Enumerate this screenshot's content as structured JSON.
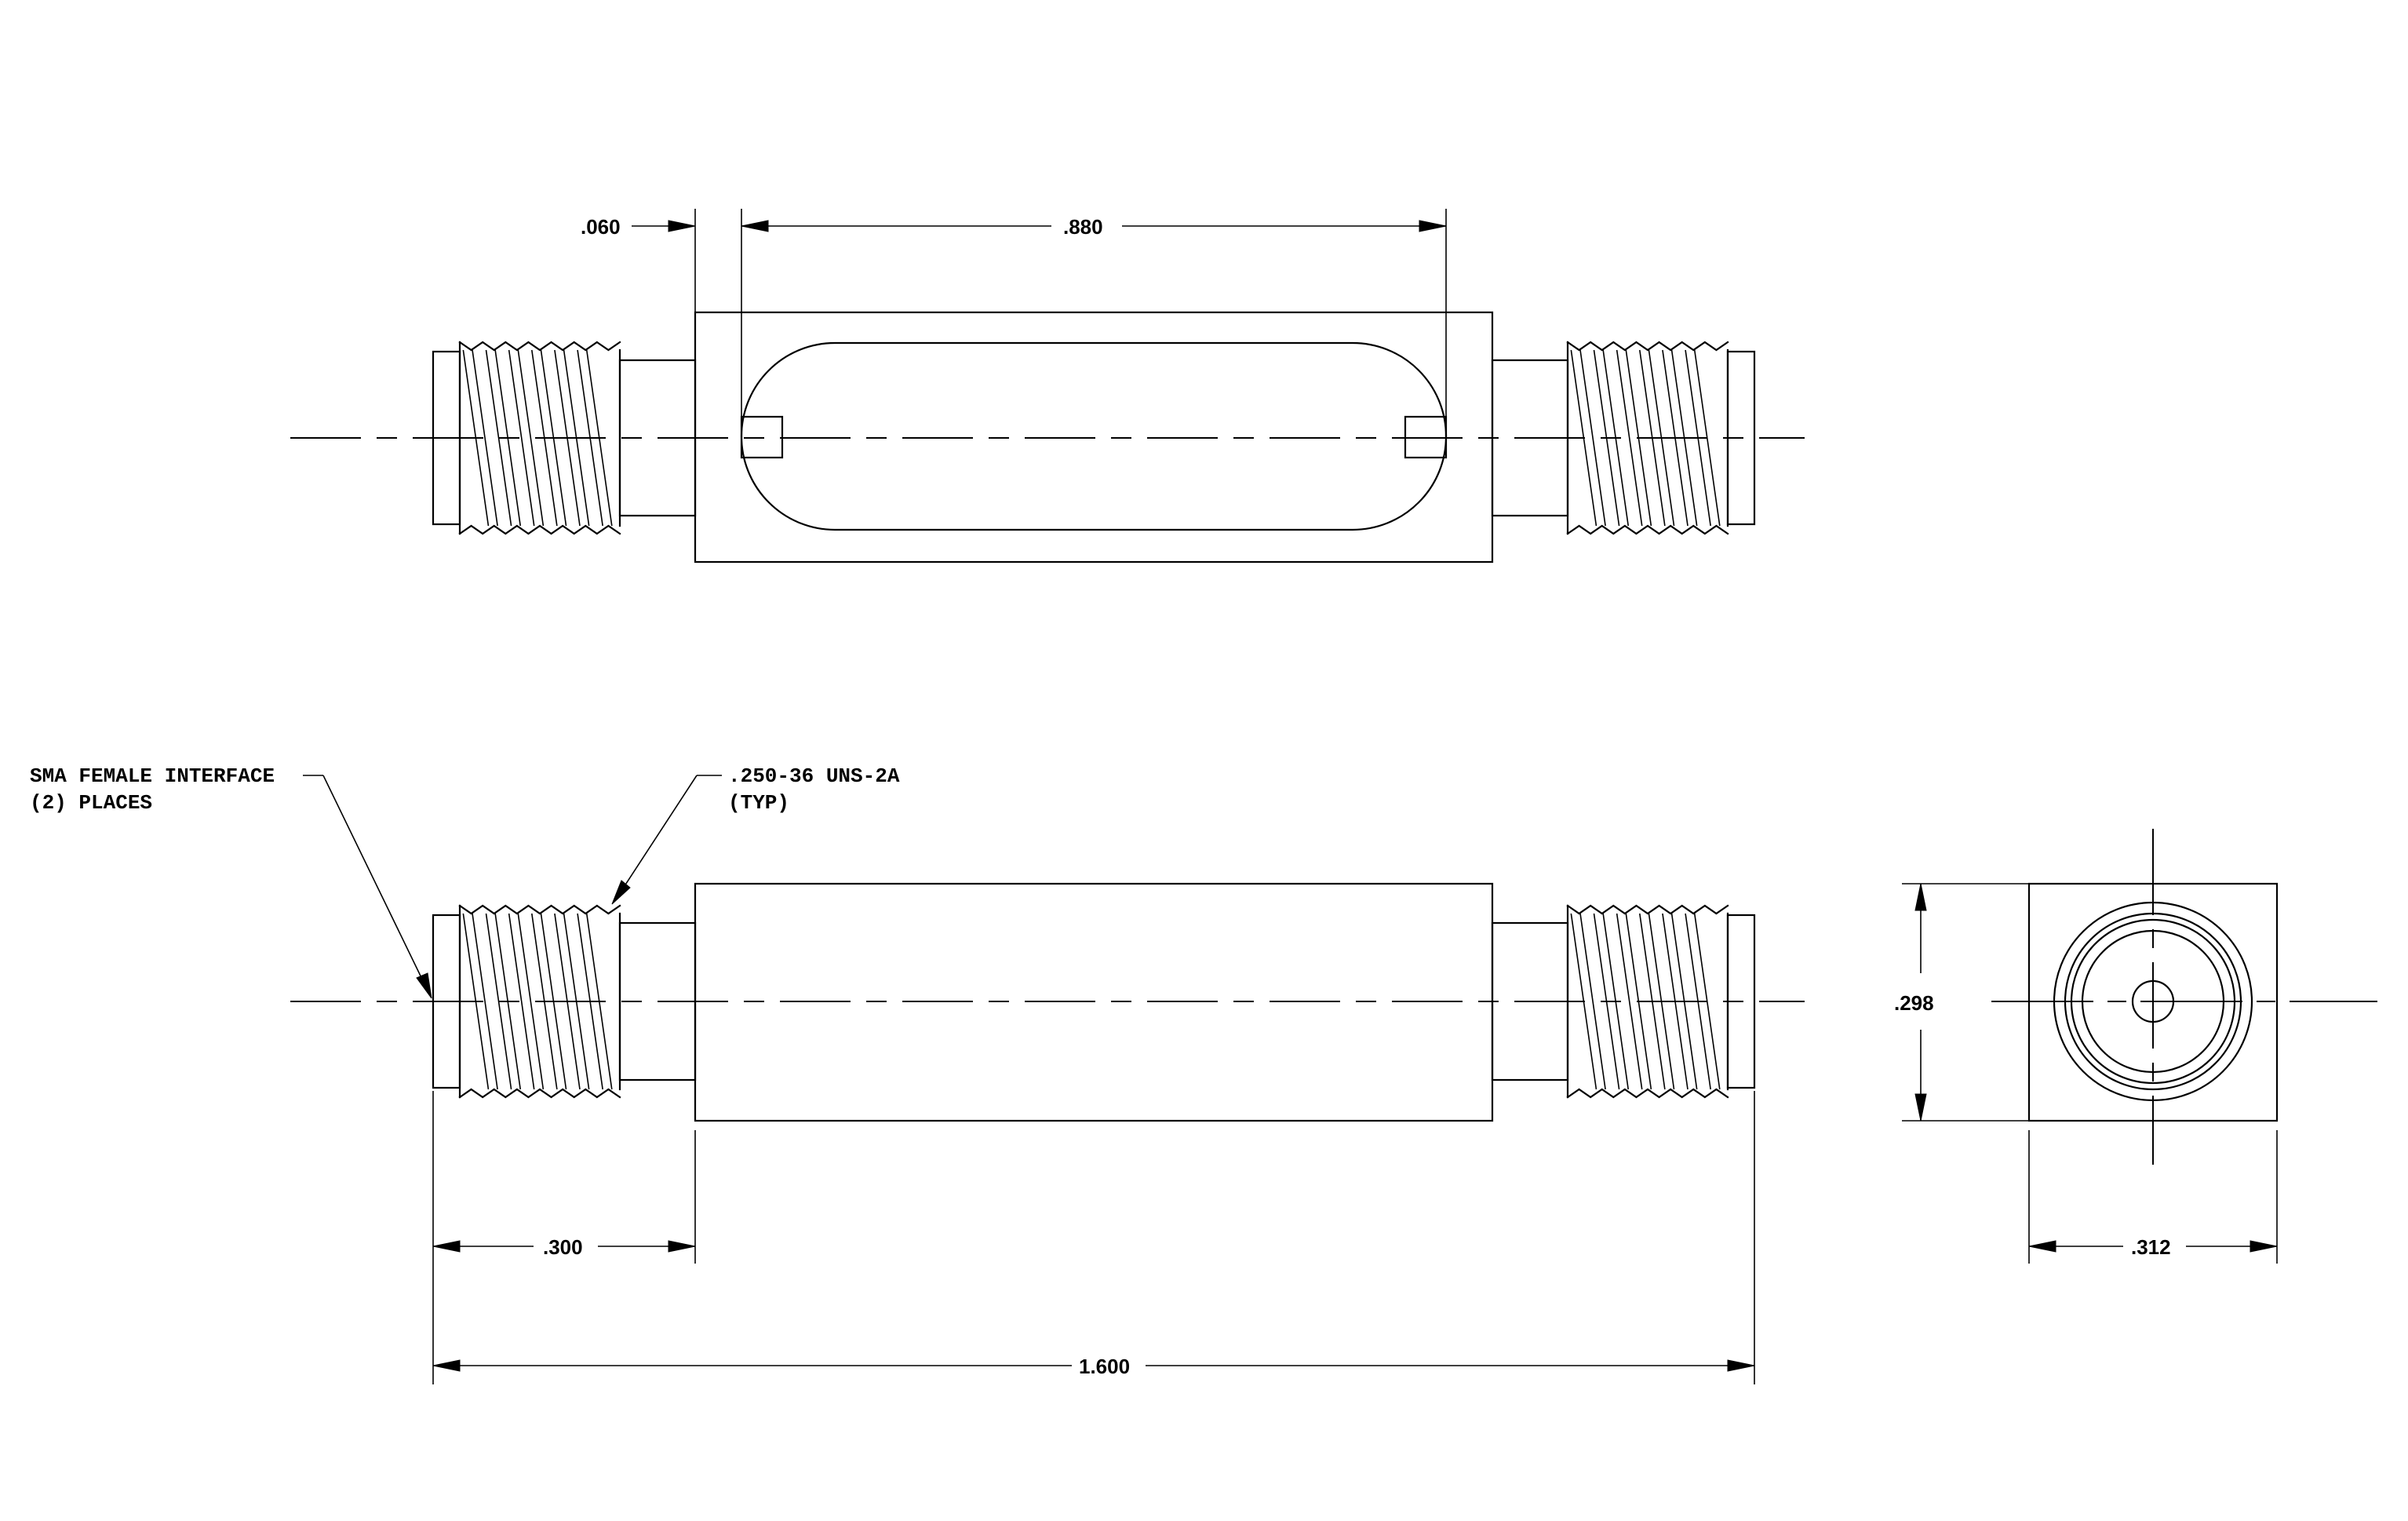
{
  "dimensions": {
    "slot_offset": ".060",
    "slot_length": ".880",
    "connector_length": ".300",
    "overall_length": "1.600",
    "body_height": ".298",
    "body_width": ".312"
  },
  "notes": {
    "interface_line1": "SMA FEMALE INTERFACE",
    "interface_line2": "(2)  PLACES",
    "thread_line1": ".250-36 UNS-2A",
    "thread_line2": "(TYP)"
  }
}
